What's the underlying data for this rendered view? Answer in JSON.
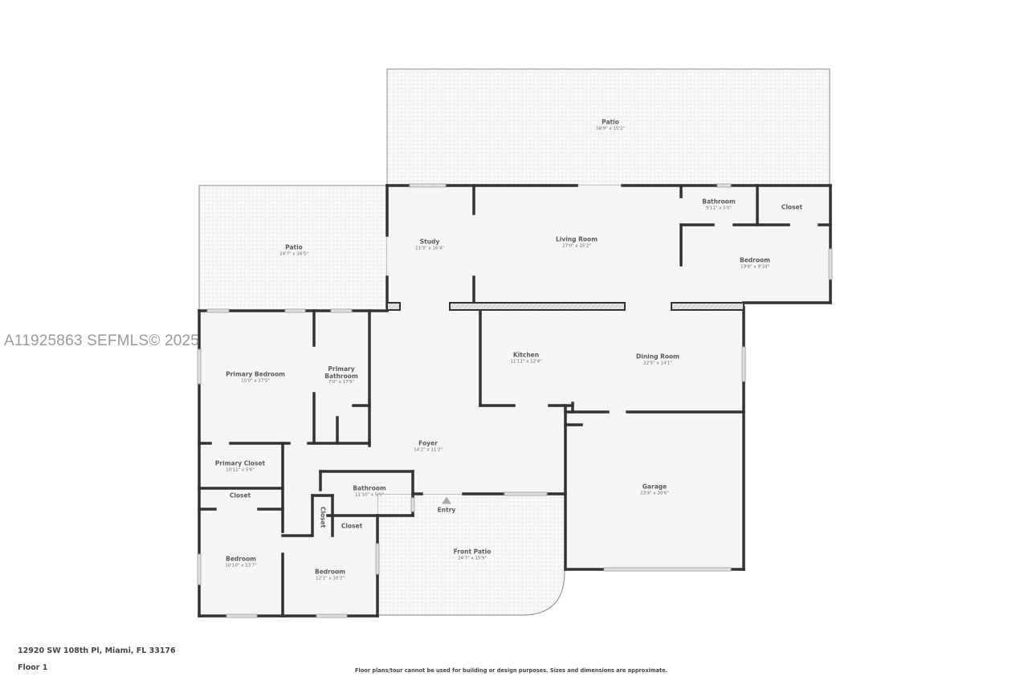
{
  "watermark": "A11925863  SEFMLS© 2025",
  "footer": {
    "address": "12920 SW 108th Pl, Miami, FL 33176",
    "floor": "Floor 1",
    "disclaimer": "Floor plans/tour cannot be used for building or design purposes. Sizes and dimensions are approximate."
  },
  "entry": {
    "label": "Entry",
    "icon": "triangle-up-icon"
  },
  "rooms": {
    "patio_rear": {
      "name": "Patio",
      "dim": "58'9\" x 15'2\""
    },
    "patio_side": {
      "name": "Patio",
      "dim": "24'7\" x 16'5\""
    },
    "study": {
      "name": "Study",
      "dim": "11'3\" x 16'4\""
    },
    "living_room": {
      "name": "Living Room",
      "dim": "27'0\" x 15'2\""
    },
    "bathroom_ne": {
      "name": "Bathroom",
      "dim": "9'11\" x 5'0\""
    },
    "closet_ne": {
      "name": "Closet",
      "dim": ""
    },
    "bedroom_ne": {
      "name": "Bedroom",
      "dim": "19'6\" x 9'10\""
    },
    "primary_bedroom": {
      "name": "Primary Bedroom",
      "dim": "15'0\" x 17'5\""
    },
    "primary_bathroom": {
      "name": "Primary\nBathroom",
      "name_line1": "Primary",
      "name_line2": "Bathroom",
      "dim": "7'0\" x 17'5\""
    },
    "kitchen": {
      "name": "Kitchen",
      "dim": "11'11\" x 12'4\""
    },
    "dining_room": {
      "name": "Dining Room",
      "dim": "22'5\" x 14'1\""
    },
    "foyer": {
      "name": "Foyer",
      "dim": "14'2\" x 11'2\""
    },
    "primary_closet": {
      "name": "Primary Closet",
      "dim": "10'11\" x 5'6\""
    },
    "closet_w": {
      "name": "Closet",
      "dim": ""
    },
    "bathroom_s": {
      "name": "Bathroom",
      "dim": "11'10\" x 5'5\""
    },
    "closet_vertical": {
      "name": "Closet",
      "dim": ""
    },
    "closet_s": {
      "name": "Closet",
      "dim": ""
    },
    "garage": {
      "name": "Garage",
      "dim": "23'4\" x 20'6\""
    },
    "bedroom_sw": {
      "name": "Bedroom",
      "dim": "10'10\" x 13'7\""
    },
    "bedroom_s": {
      "name": "Bedroom",
      "dim": "12'1\" x 10'2\""
    },
    "front_patio": {
      "name": "Front Patio",
      "dim": "24'7\" x 15'9\""
    }
  },
  "colors": {
    "wall": "#333333",
    "floor": "#f4f4f4",
    "patio": "#f1f1f1",
    "window": "#cfcfcf",
    "label": "#5a5a5a"
  }
}
